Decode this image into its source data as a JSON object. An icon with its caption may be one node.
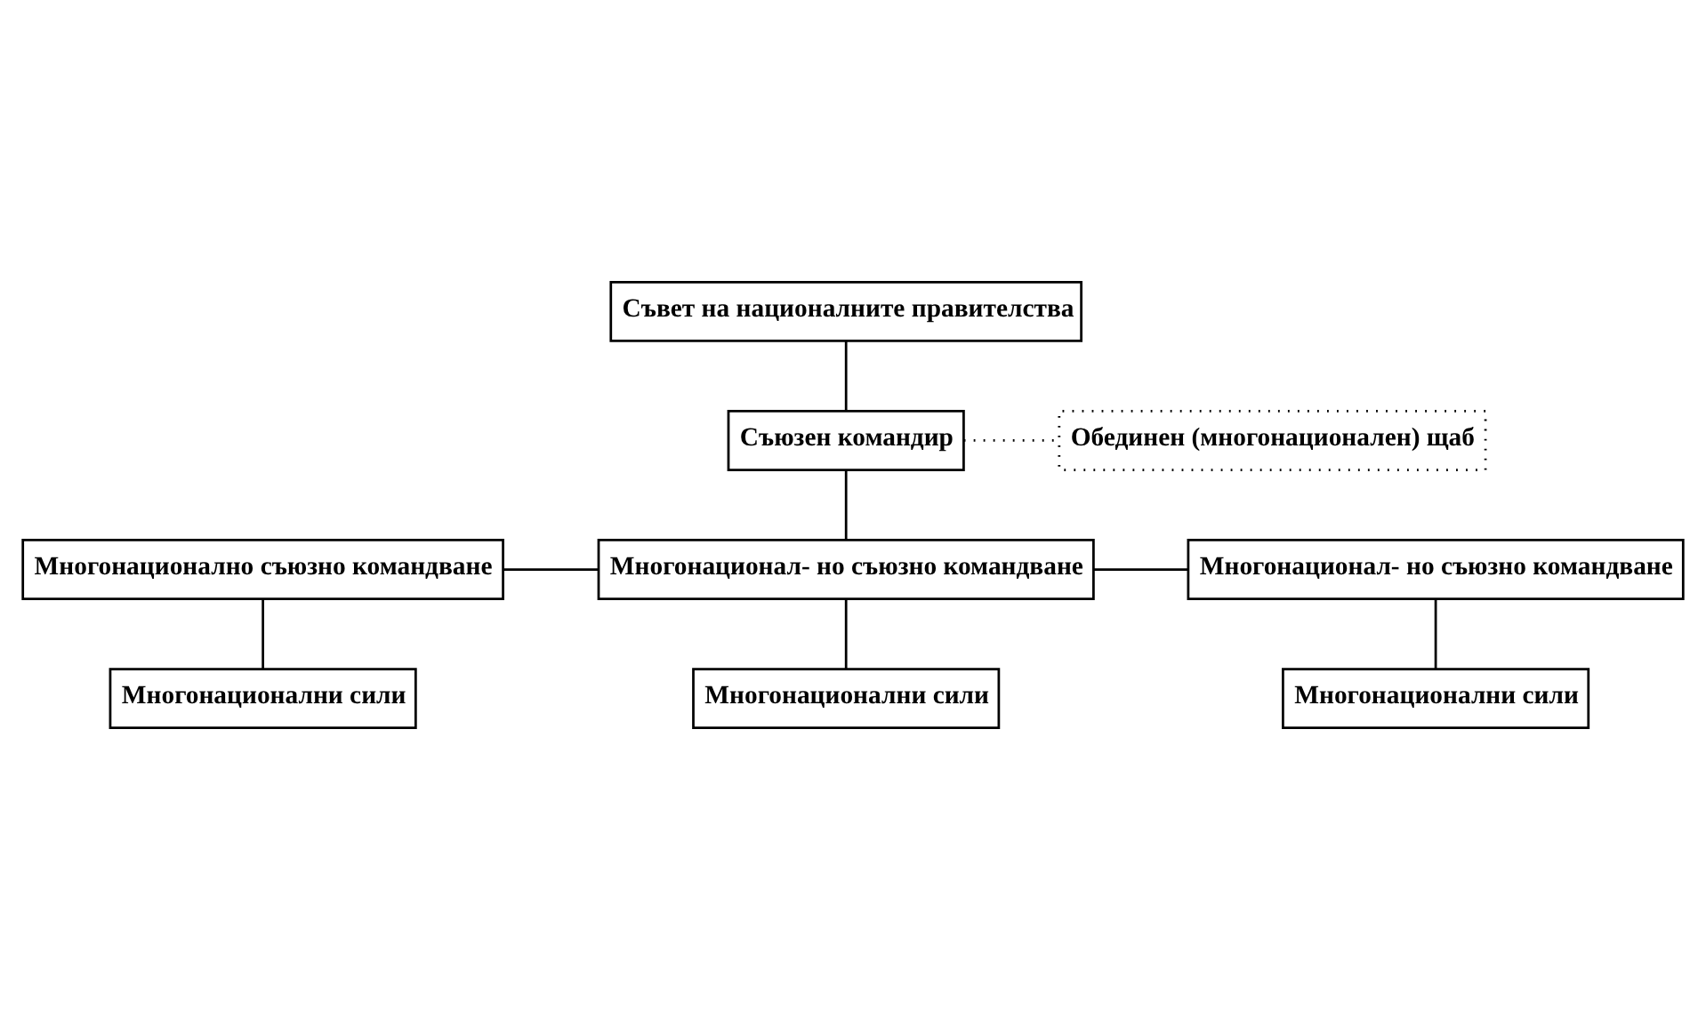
{
  "diagram": {
    "nodes": [
      {
        "text": [
          "Съвет на националните правителства"
        ]
      },
      {
        "text": [
          "Съюзен командир"
        ]
      },
      {
        "text": [
          "Обединен (многонационален) щаб"
        ]
      },
      {
        "text": [
          "Многонационално съюзно командване"
        ]
      },
      {
        "text": [
          "Многонационал- но съюзно командване"
        ]
      },
      {
        "text": [
          "Многонационал- но съюзно командване"
        ]
      },
      {
        "text": [
          "Многонационални сили"
        ]
      },
      {
        "text": [
          "Многонационални сили"
        ]
      },
      {
        "text": [
          "Многонационални сили"
        ]
      }
    ],
    "edges": [
      {
        "from": 0,
        "to": 1,
        "arrow": "none"
      },
      {
        "from": 1,
        "to": 2,
        "arrow": "none",
        "style": "dashed"
      },
      {
        "from": 1,
        "to": 4,
        "arrow": "none"
      },
      {
        "from": 3,
        "to": 4,
        "arrow": "none"
      },
      {
        "from": 4,
        "to": 5,
        "arrow": "none"
      },
      {
        "from": 3,
        "to": 6,
        "arrow": "none"
      },
      {
        "from": 4,
        "to": 7,
        "arrow": "none"
      },
      {
        "from": 5,
        "to": 8,
        "arrow": "none"
      }
    ]
  }
}
